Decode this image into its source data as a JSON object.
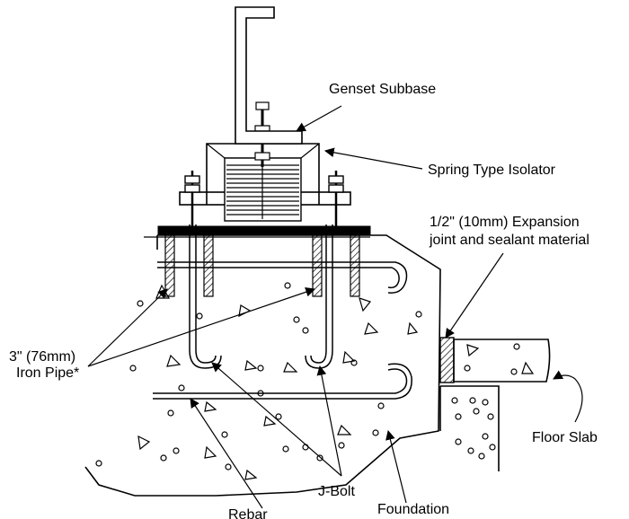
{
  "labels": {
    "genset_subbase": "Genset Subbase",
    "spring_isolator": "Spring Type Isolator",
    "expansion_joint_line1": "1/2\" (10mm) Expansion",
    "expansion_joint_line2": "joint and sealant material",
    "iron_pipe_line1": "3\" (76mm)",
    "iron_pipe_line2": "Iron Pipe*",
    "floor_slab": "Floor Slab",
    "j_bolt": "J-Bolt",
    "rebar": "Rebar",
    "foundation": "Foundation"
  },
  "colors": {
    "line": "#000000",
    "background": "#ffffff"
  }
}
